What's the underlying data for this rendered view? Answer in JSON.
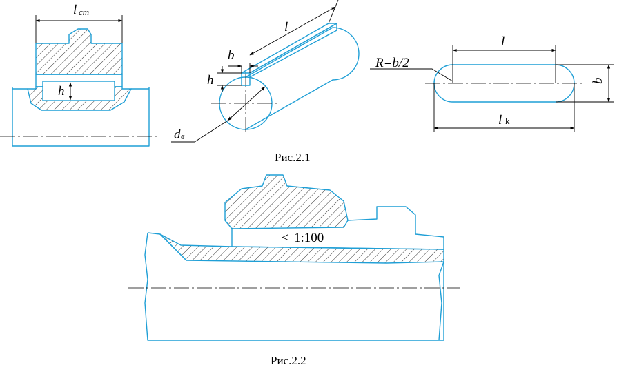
{
  "fig1": {
    "hub": {
      "length_label": "l",
      "length_sub": "ст",
      "key_height_label": "h"
    },
    "shaft_3d": {
      "key_length_label": "l",
      "key_width_label": "b",
      "key_height_label": "h",
      "diameter_label": "d",
      "diameter_sub": "в"
    },
    "key_top": {
      "radius_label": "R=b/2",
      "length_label": "l",
      "width_label": "b",
      "total_length_label": "l",
      "total_length_sub": "k"
    },
    "caption": "Рис.2.1"
  },
  "fig2": {
    "taper_label": "1:100",
    "taper_symbol": "<",
    "caption": "Рис.2.2"
  },
  "colors": {
    "outline": "#1f9fd6",
    "lines": "#000000",
    "background": "#ffffff"
  }
}
